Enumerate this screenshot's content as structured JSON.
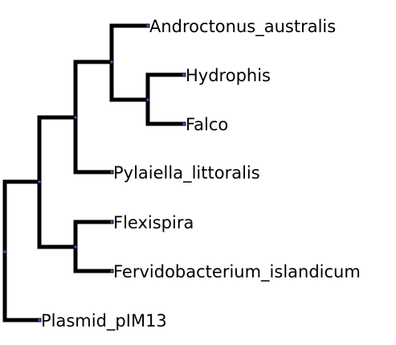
{
  "tree": {
    "colors": {
      "branch": "#000000",
      "node_dot": "#2a5db0",
      "label": "#000000"
    },
    "leaves": [
      {
        "id": "androctonus",
        "label": "Androctonus_australis"
      },
      {
        "id": "hydrophis",
        "label": "Hydrophis"
      },
      {
        "id": "falco",
        "label": "Falco"
      },
      {
        "id": "pylaiella",
        "label": "Pylaiella_littoralis"
      },
      {
        "id": "flexispira",
        "label": "Flexispira"
      },
      {
        "id": "fervidobacterium",
        "label": "Fervidobacterium_islandicum"
      },
      {
        "id": "plasmid",
        "label": "Plasmid_pIM13"
      }
    ],
    "topology": "(Plasmid_pIM13,((((Androctonus_australis,(Hydrophis,Falco)),Pylaiella_littoralis)),(Flexispira,Fervidobacterium_islandicum)))"
  }
}
